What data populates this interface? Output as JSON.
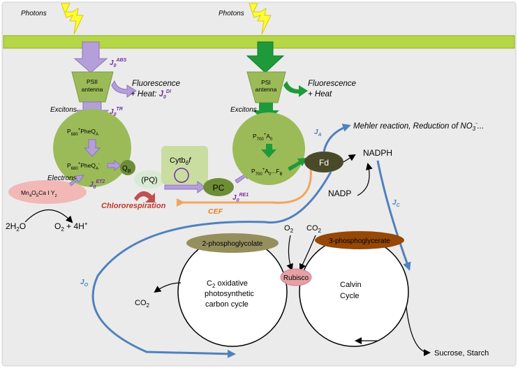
{
  "photons": [
    "Photons",
    "Photons"
  ],
  "psii": {
    "antenna": [
      "PSII",
      "antenna"
    ],
    "flux_abs": {
      "base": "J",
      "sub": "0",
      "sup": "ABS"
    },
    "fluorescence": "Fluorescence",
    "heat": "+ Heat: ",
    "flux_di": {
      "base": "J",
      "sub": "0",
      "sup": "DI"
    },
    "excitons": "Excitons",
    "flux_tr": {
      "base": "J",
      "sub": "0",
      "sup": "TR"
    },
    "rc_open": {
      "p": "P",
      "p_sub": "680",
      "p_sup": "+",
      "rest": "PheQ",
      "rest_sub": "A"
    },
    "rc_closed": {
      "p": "P",
      "p_sub": "680",
      "p_sup": "+",
      "rest": "PheQ",
      "rest_sub": "A",
      "rest_sup": "-"
    },
    "qb": {
      "base": "Q",
      "sub": "B"
    },
    "electrons": "Electrons",
    "flux_et2": {
      "base": "J",
      "sub": "0",
      "sup": "ET2"
    },
    "oec": {
      "a": "Mn",
      "a_sub": "4",
      "b": "O",
      "b_sub": "5",
      "c": "Ca I Y",
      "c_sub": "z"
    }
  },
  "pq": "(PQ)",
  "chlororespiration": "Chlororespiration",
  "water": {
    "left": "2H",
    "left_sub": "2",
    "left_end": "O",
    "right": "O",
    "right_sub": "2",
    "right_mid": " + 4H",
    "right_sup": "+"
  },
  "cytbf": {
    "base": "Cytb",
    "sub": "6",
    "end": "f"
  },
  "pc": "PC",
  "flux_re1": {
    "base": "J",
    "sub": "0",
    "sup": "RE1"
  },
  "cef": "CEF",
  "psi": {
    "antenna": [
      "PSI",
      "antenna"
    ],
    "fluorescence": "Fluorescence",
    "heat": "+ Heat",
    "excitons": "Excitons",
    "rc_open": {
      "p": "P",
      "p_sub": "700",
      "p_sup": "+",
      "rest": "A",
      "rest_sub": "0"
    },
    "rc_closed": {
      "p": "P",
      "p_sub": "700",
      "p_sup": "+",
      "mid": "A",
      "mid_sub": "0",
      "rest": "...F",
      "rest_sub": "B"
    }
  },
  "fd": "Fd",
  "ja": {
    "base": "J",
    "sub": "A"
  },
  "mehler": {
    "text": "Mehler reaction, Reduction of NO",
    "sub": "3",
    "sup": "-",
    "end": "..."
  },
  "nadph": "NADPH",
  "nadp": "NADP",
  "jc": {
    "base": "J",
    "sub": "C"
  },
  "jo": {
    "base": "J",
    "sub": "O"
  },
  "o2": {
    "base": "O",
    "sub": "2"
  },
  "co2_in": {
    "base": "CO",
    "sub": "2"
  },
  "co2_out": {
    "base": "CO",
    "sub": "2"
  },
  "phosphoglycolate": "2-phosphoglycolate",
  "phosphoglycerate": "3-phosphoglycerate",
  "rubisco": "Rubisco",
  "c2_cycle": {
    "line1": "C",
    "line1_sub": "2",
    "line1_end": " oxidative",
    "line2": "photosynthetic",
    "line3": "carbon cycle"
  },
  "calvin": [
    "Calvin",
    "Cycle"
  ],
  "products": "Sucrose, Starch",
  "colors": {
    "background": "#ebebeb",
    "membrane": "#b5d645",
    "psii_arrow": "#b49fd9",
    "psii_text": "#7030a0",
    "psi_arrow": "#1f9a3a",
    "green_circle": "#9bbb59",
    "blue_flux": "#4f81bd",
    "orange_cef": "#f4a460",
    "chlororespiration": "#c0392b",
    "fd": "#4a4a2a",
    "rubisco": "#e6a0a6"
  }
}
